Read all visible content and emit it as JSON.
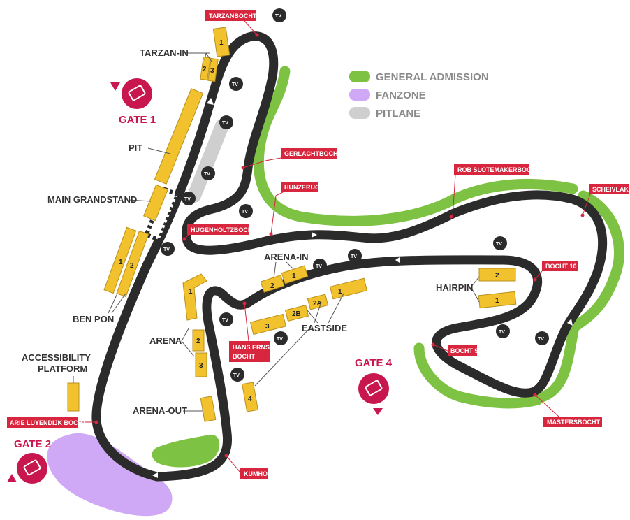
{
  "colors": {
    "track": "#2b2b2b",
    "general_admission": "#7dc242",
    "fanzone": "#cfa9f5",
    "pitlane": "#cfcfcf",
    "grandstand": "#f2c12e",
    "corner_label_bg": "#d7263d",
    "gate": "#c8174f",
    "tv": "#2b2b2b"
  },
  "legend": [
    {
      "label": "GENERAL ADMISSION",
      "color": "#7dc242"
    },
    {
      "label": "FANZONE",
      "color": "#cfa9f5"
    },
    {
      "label": "PITLANE",
      "color": "#cfcfcf"
    }
  ],
  "gates": [
    {
      "label": "GATE 1"
    },
    {
      "label": "GATE 2"
    },
    {
      "label": "GATE 4"
    }
  ],
  "corners": [
    {
      "label": "TARZANBOCHT"
    },
    {
      "label": "GERLACHTBOCHT"
    },
    {
      "label": "HUNZERUG"
    },
    {
      "label": "HUGENHOLTZBOCHT"
    },
    {
      "label": "ROB SLOTEMAKERBOCHT"
    },
    {
      "label": "SCHEIVLAK"
    },
    {
      "label": "BOCHT 10"
    },
    {
      "label": "BOCHT 9"
    },
    {
      "label": "MASTERSBOCHT"
    },
    {
      "label": "HANS ERNST"
    },
    {
      "label": "BOCHT"
    },
    {
      "label": "ARIE LUYENDIJK BOCHT"
    },
    {
      "label": "KUMHO"
    }
  ],
  "areas": {
    "tarzan_in": "TARZAN-IN",
    "pit": "PIT",
    "main_grandstand": "MAIN GRANDSTAND",
    "ben_pon": "BEN PON",
    "accessibility_line1": "ACCESSIBILITY",
    "accessibility_line2": "PLATFORM",
    "arena": "ARENA",
    "arena_out": "ARENA-OUT",
    "arena_in": "ARENA-IN",
    "eastside": "EASTSIDE",
    "hairpin": "HAIRPIN"
  },
  "stand_numbers": {
    "tarzan_1": "1",
    "tarzan_2": "2",
    "tarzan_3": "3",
    "benpon_1": "1",
    "benpon_2": "2",
    "arena_1": "1",
    "arena_2": "2",
    "arena_3": "3",
    "arenain_2": "2",
    "arenain_1": "1",
    "east_1": "1",
    "east_2a": "2A",
    "east_2b": "2B",
    "east_3": "3",
    "east_4": "4",
    "hairpin_2": "2",
    "hairpin_1": "1"
  },
  "tv": "TV"
}
